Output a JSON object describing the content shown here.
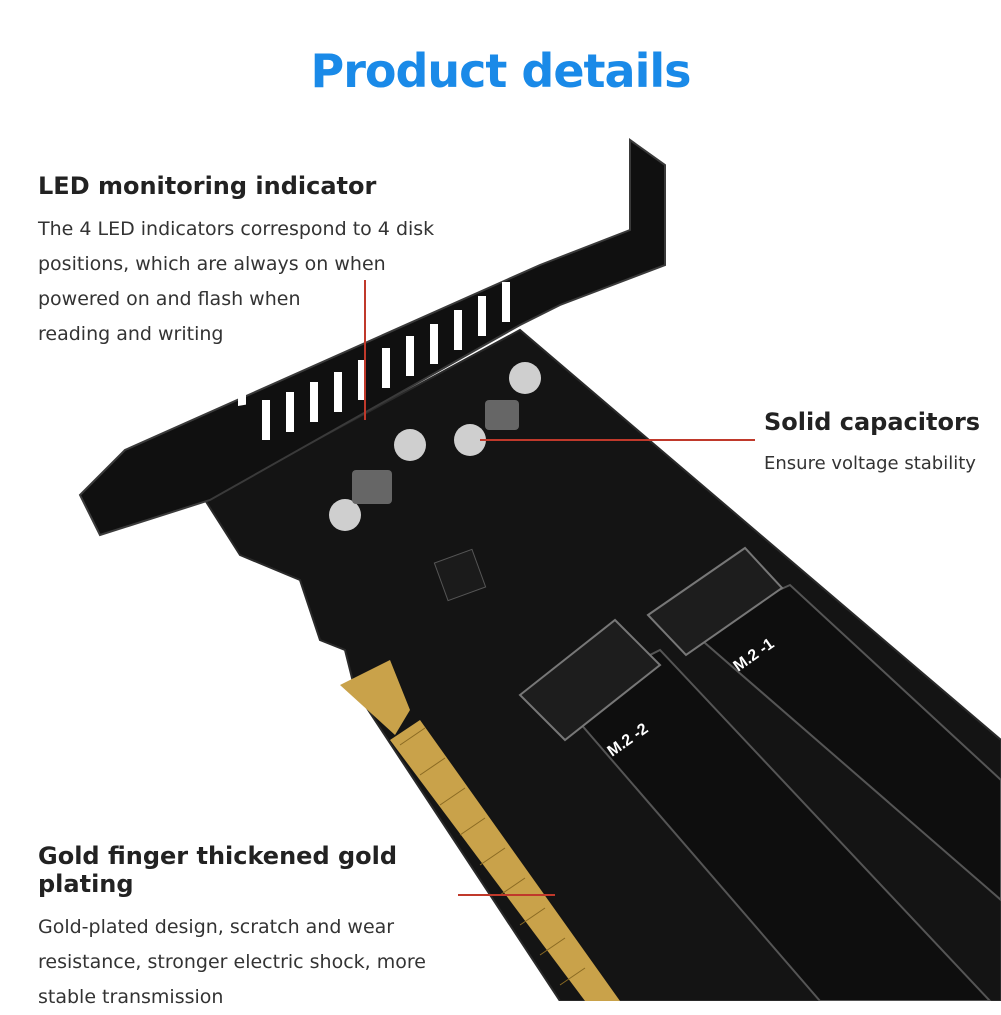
{
  "page_title": "Product details",
  "features": {
    "led": {
      "heading": "LED monitoring indicator",
      "lines": [
        "The 4 LED indicators correspond to 4 disk",
        "positions, which are always on when",
        "powered on and flash when",
        "reading and writing"
      ]
    },
    "capacitors": {
      "heading": "Solid capacitors",
      "lines": [
        "Ensure voltage stability"
      ]
    },
    "gold": {
      "heading": "Gold finger thickened gold plating",
      "lines": [
        "Gold-plated design, scratch and wear",
        "resistance, stronger electric shock, more",
        "stable transmission"
      ]
    }
  },
  "slot_labels": {
    "slot1": "M.2 -1",
    "slot2": "M.2 -2"
  },
  "colors": {
    "title": "#1a8ae8",
    "leader_line": "#c0392b",
    "pcb": "#121212",
    "gold": "#c9a24a"
  }
}
